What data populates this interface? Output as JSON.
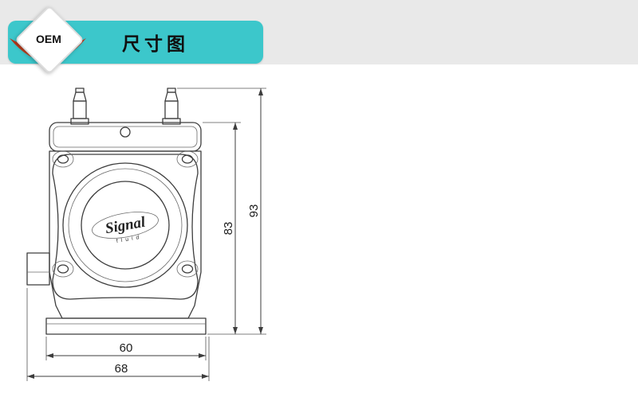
{
  "header": {
    "badge": {
      "label": "OEM"
    },
    "banner": {
      "title": "尺寸图"
    }
  },
  "drawing": {
    "logo": {
      "text": "Signal",
      "subtext": "fluid"
    },
    "dims": {
      "overall_height_mm": "93",
      "body_height_mm": "83",
      "base_width_mm": "60",
      "overall_width_mm": "68"
    }
  },
  "colors": {
    "banner_teal": "#3cc7cb",
    "ribbon_red": "#c9391f",
    "line": "#3d3d3d",
    "header_gray": "#e9e9e9"
  }
}
